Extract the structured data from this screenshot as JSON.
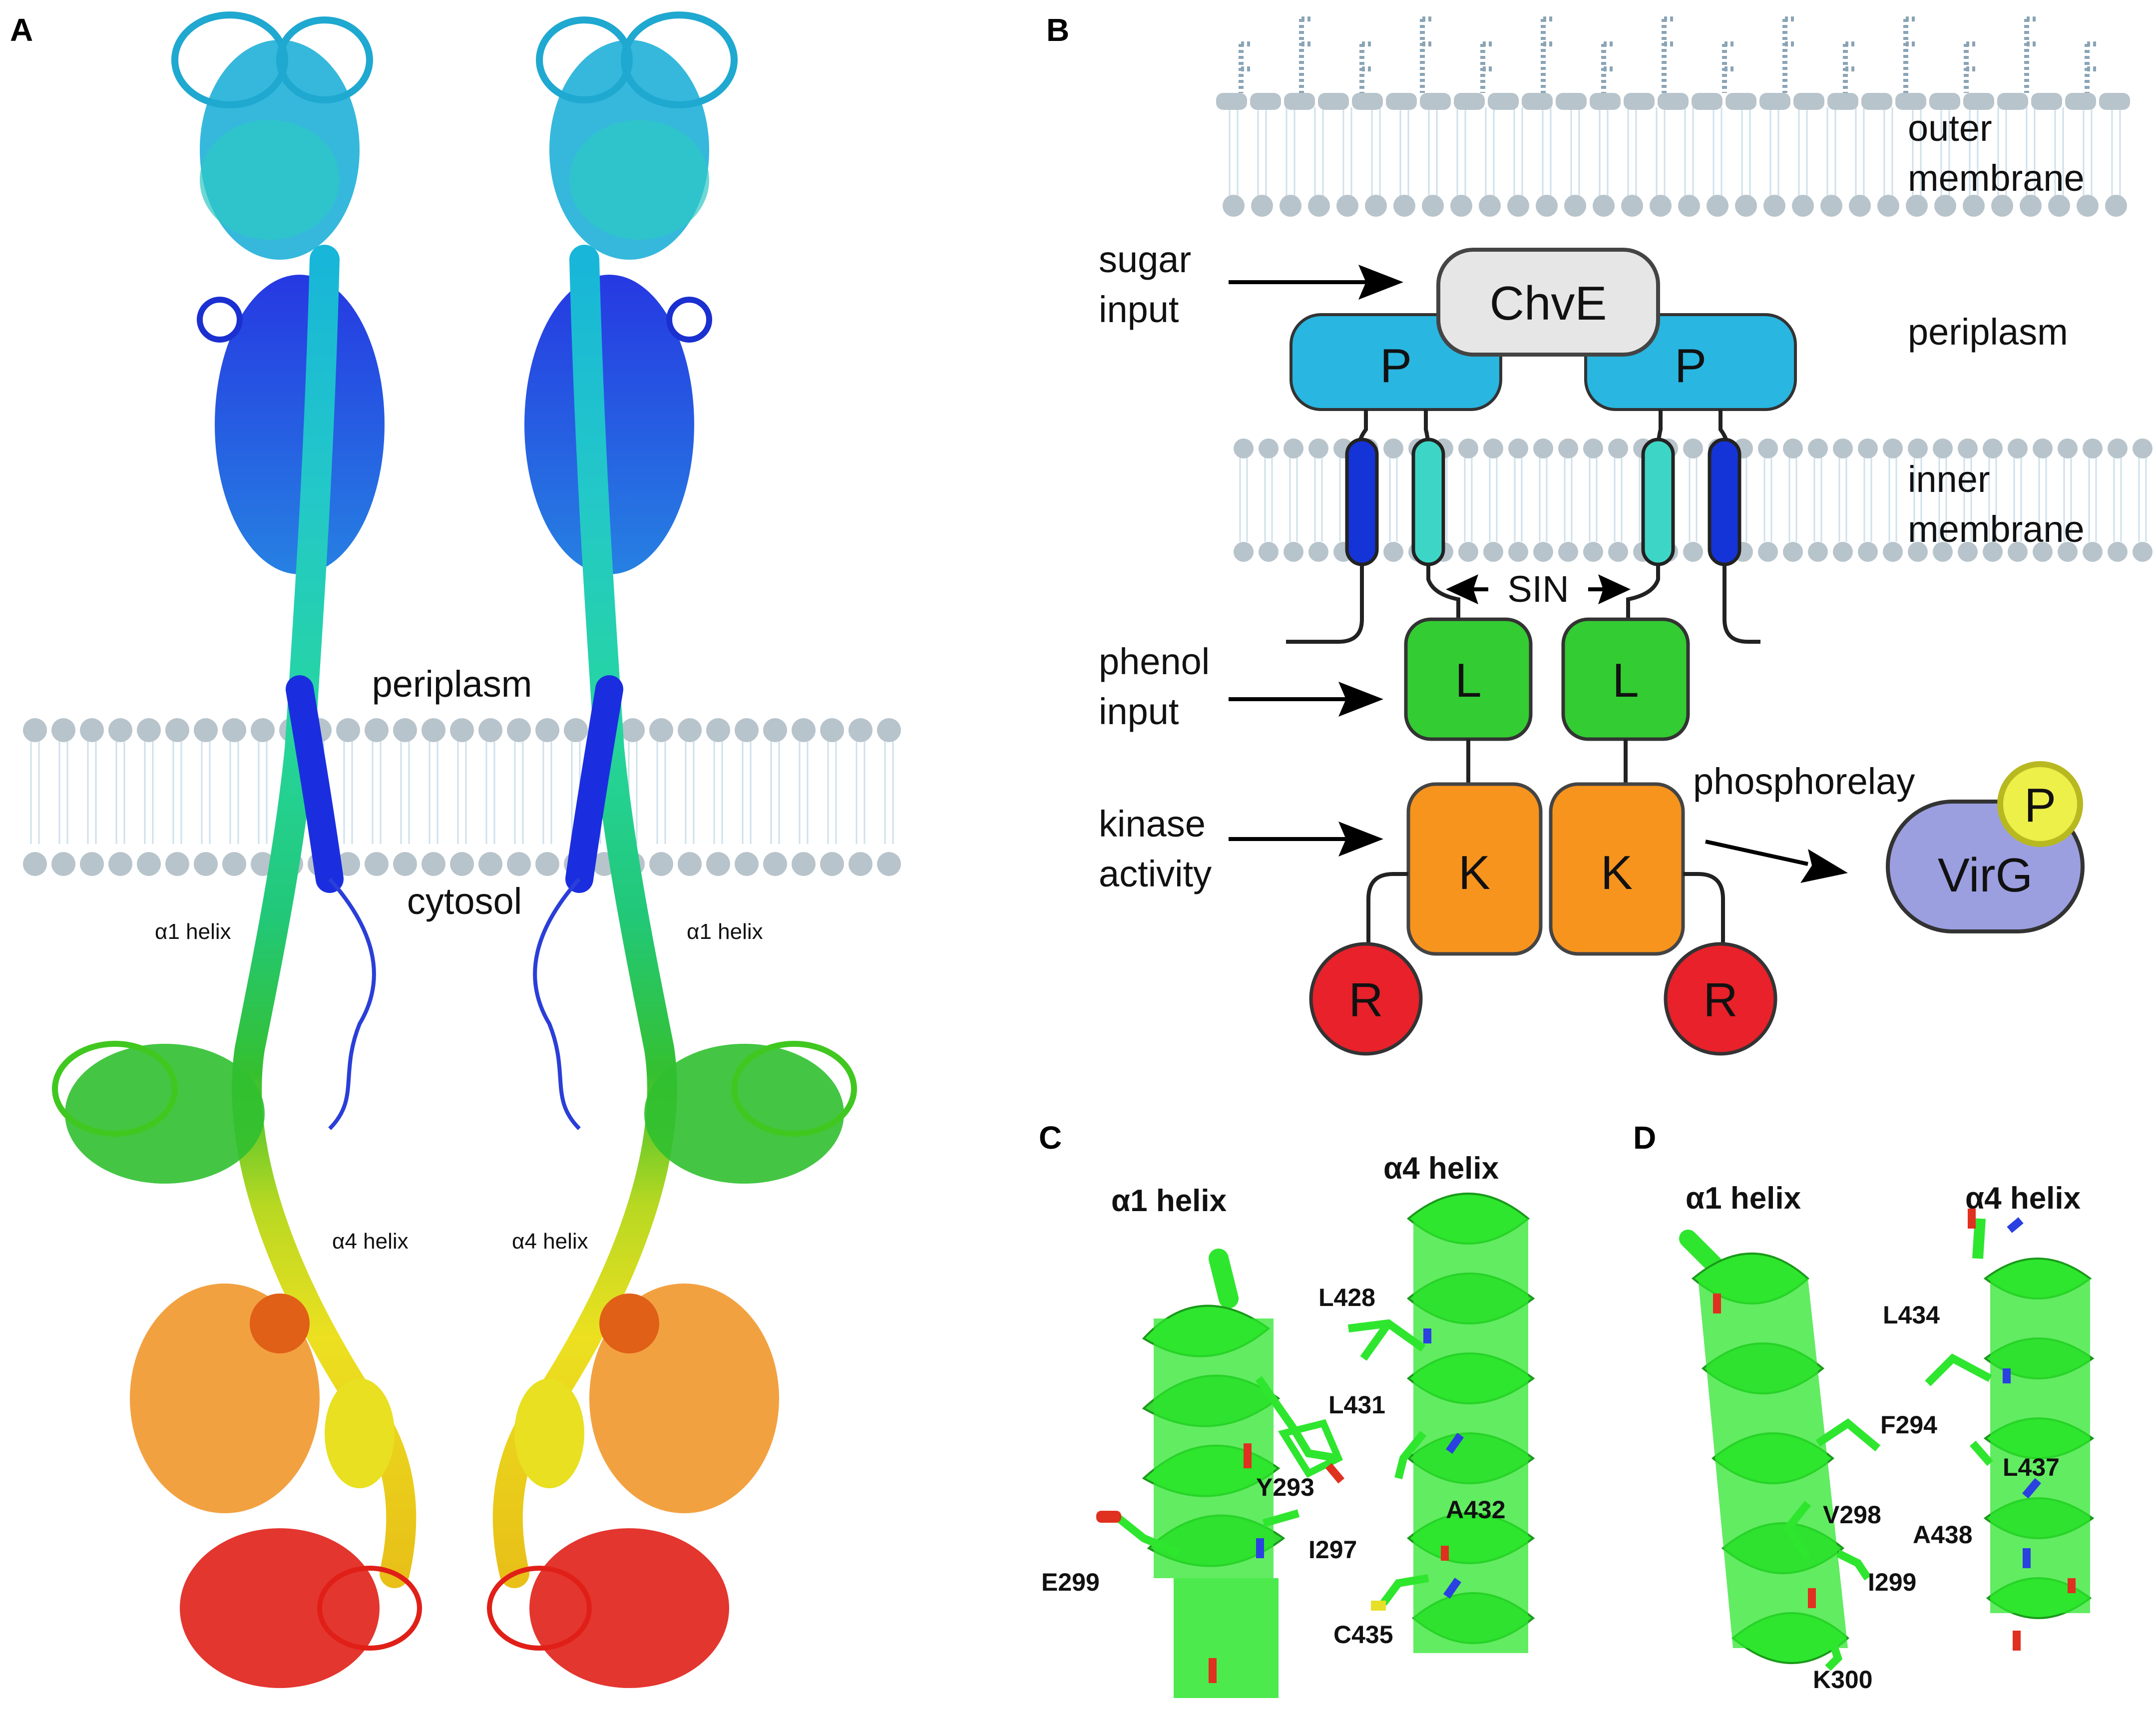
{
  "panels": {
    "A": {
      "letter": "A",
      "periplasm": "periplasm",
      "cytosol": "cytosol",
      "alpha1_left": "α1 helix",
      "alpha1_right": "α1 helix",
      "alpha4_left": "α4 helix",
      "alpha4_right": "α4 helix"
    },
    "B": {
      "letter": "B",
      "outer_membrane_line1": "outer",
      "outer_membrane_line2": "membrane",
      "inner_membrane_line1": "inner",
      "inner_membrane_line2": "membrane",
      "periplasm": "periplasm",
      "sugar_input_line1": "sugar",
      "sugar_input_line2": "input",
      "phenol_input_line1": "phenol",
      "phenol_input_line2": "input",
      "kinase_line1": "kinase",
      "kinase_line2": "activity",
      "phosphorelay": "phosphorelay",
      "chve": "ChvE",
      "p_domain": "P",
      "sin": "SIN",
      "l_domain": "L",
      "k_domain": "K",
      "r_domain": "R",
      "virg": "VirG",
      "phospho_p": "P"
    },
    "C": {
      "letter": "C",
      "alpha1": "α1 helix",
      "alpha4": "α4 helix",
      "residues": [
        "L428",
        "L431",
        "Y293",
        "A432",
        "I297",
        "E299",
        "C435"
      ]
    },
    "D": {
      "letter": "D",
      "alpha1": "α1 helix",
      "alpha4": "α4 helix",
      "residues": [
        "L434",
        "F294",
        "L437",
        "V298",
        "A438",
        "I299",
        "K300"
      ]
    }
  },
  "colors": {
    "membrane_head": "#b8c4cc",
    "tail": "#cde0ec",
    "periplasmic_domain": "#29b6e0",
    "chve": "#e6e6e6",
    "tm1": "#1434d8",
    "tm2": "#3dd6c6",
    "linker": "#33cc33",
    "kinase": "#f7941d",
    "receiver": "#e8212a",
    "virg": "#9b9fe0",
    "phospho": "#eef04a",
    "helix_green": "#2ee62e"
  }
}
